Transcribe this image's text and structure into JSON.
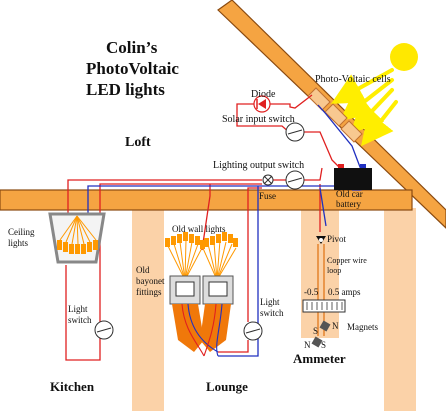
{
  "title": {
    "line1": "Colin’s",
    "line2": "PhotoVoltaic",
    "line3": "LED lights"
  },
  "rooms": {
    "loft": "Loft",
    "kitchen": "Kitchen",
    "lounge": "Lounge",
    "ammeter": "Ammeter"
  },
  "labels": {
    "pv_cells": "Photo-Voltaic cells",
    "diode": "Diode",
    "solar_input_switch": "Solar input switch",
    "lighting_output_switch": "Lighting output switch",
    "fuse": "Fuse",
    "battery_line1": "Old car",
    "battery_line2": "battery",
    "ceiling_lights_line1": "Ceiling",
    "ceiling_lights_line2": "lights",
    "old_wall_lights": "Old wall lights",
    "bayonet_line1": "Old",
    "bayonet_line2": "bayonet",
    "bayonet_line3": "fittings",
    "kitchen_switch_line1": "Light",
    "kitchen_switch_line2": "switch",
    "lounge_switch_line1": "Light",
    "lounge_switch_line2": "switch",
    "pivot": "Pivot",
    "copper_line1": "Copper wire",
    "copper_line2": "loop",
    "scale_min": "-0.5",
    "scale_max": "0.5 amps",
    "magnets": "Magnets",
    "pole_n_top": "N",
    "pole_s_top": "S",
    "pole_n_bottom": "N",
    "pole_s_bottom": "S"
  },
  "colors": {
    "wood": "#f5a442",
    "wood_edge": "#8a4a10",
    "pillar": "#fbd2a8",
    "sun": "#ffe800",
    "rays": "#ffee00",
    "red_wire": "#e02020",
    "blue_wire": "#2030c0",
    "led": "#ff9900",
    "bayonet": "#f0780a"
  }
}
